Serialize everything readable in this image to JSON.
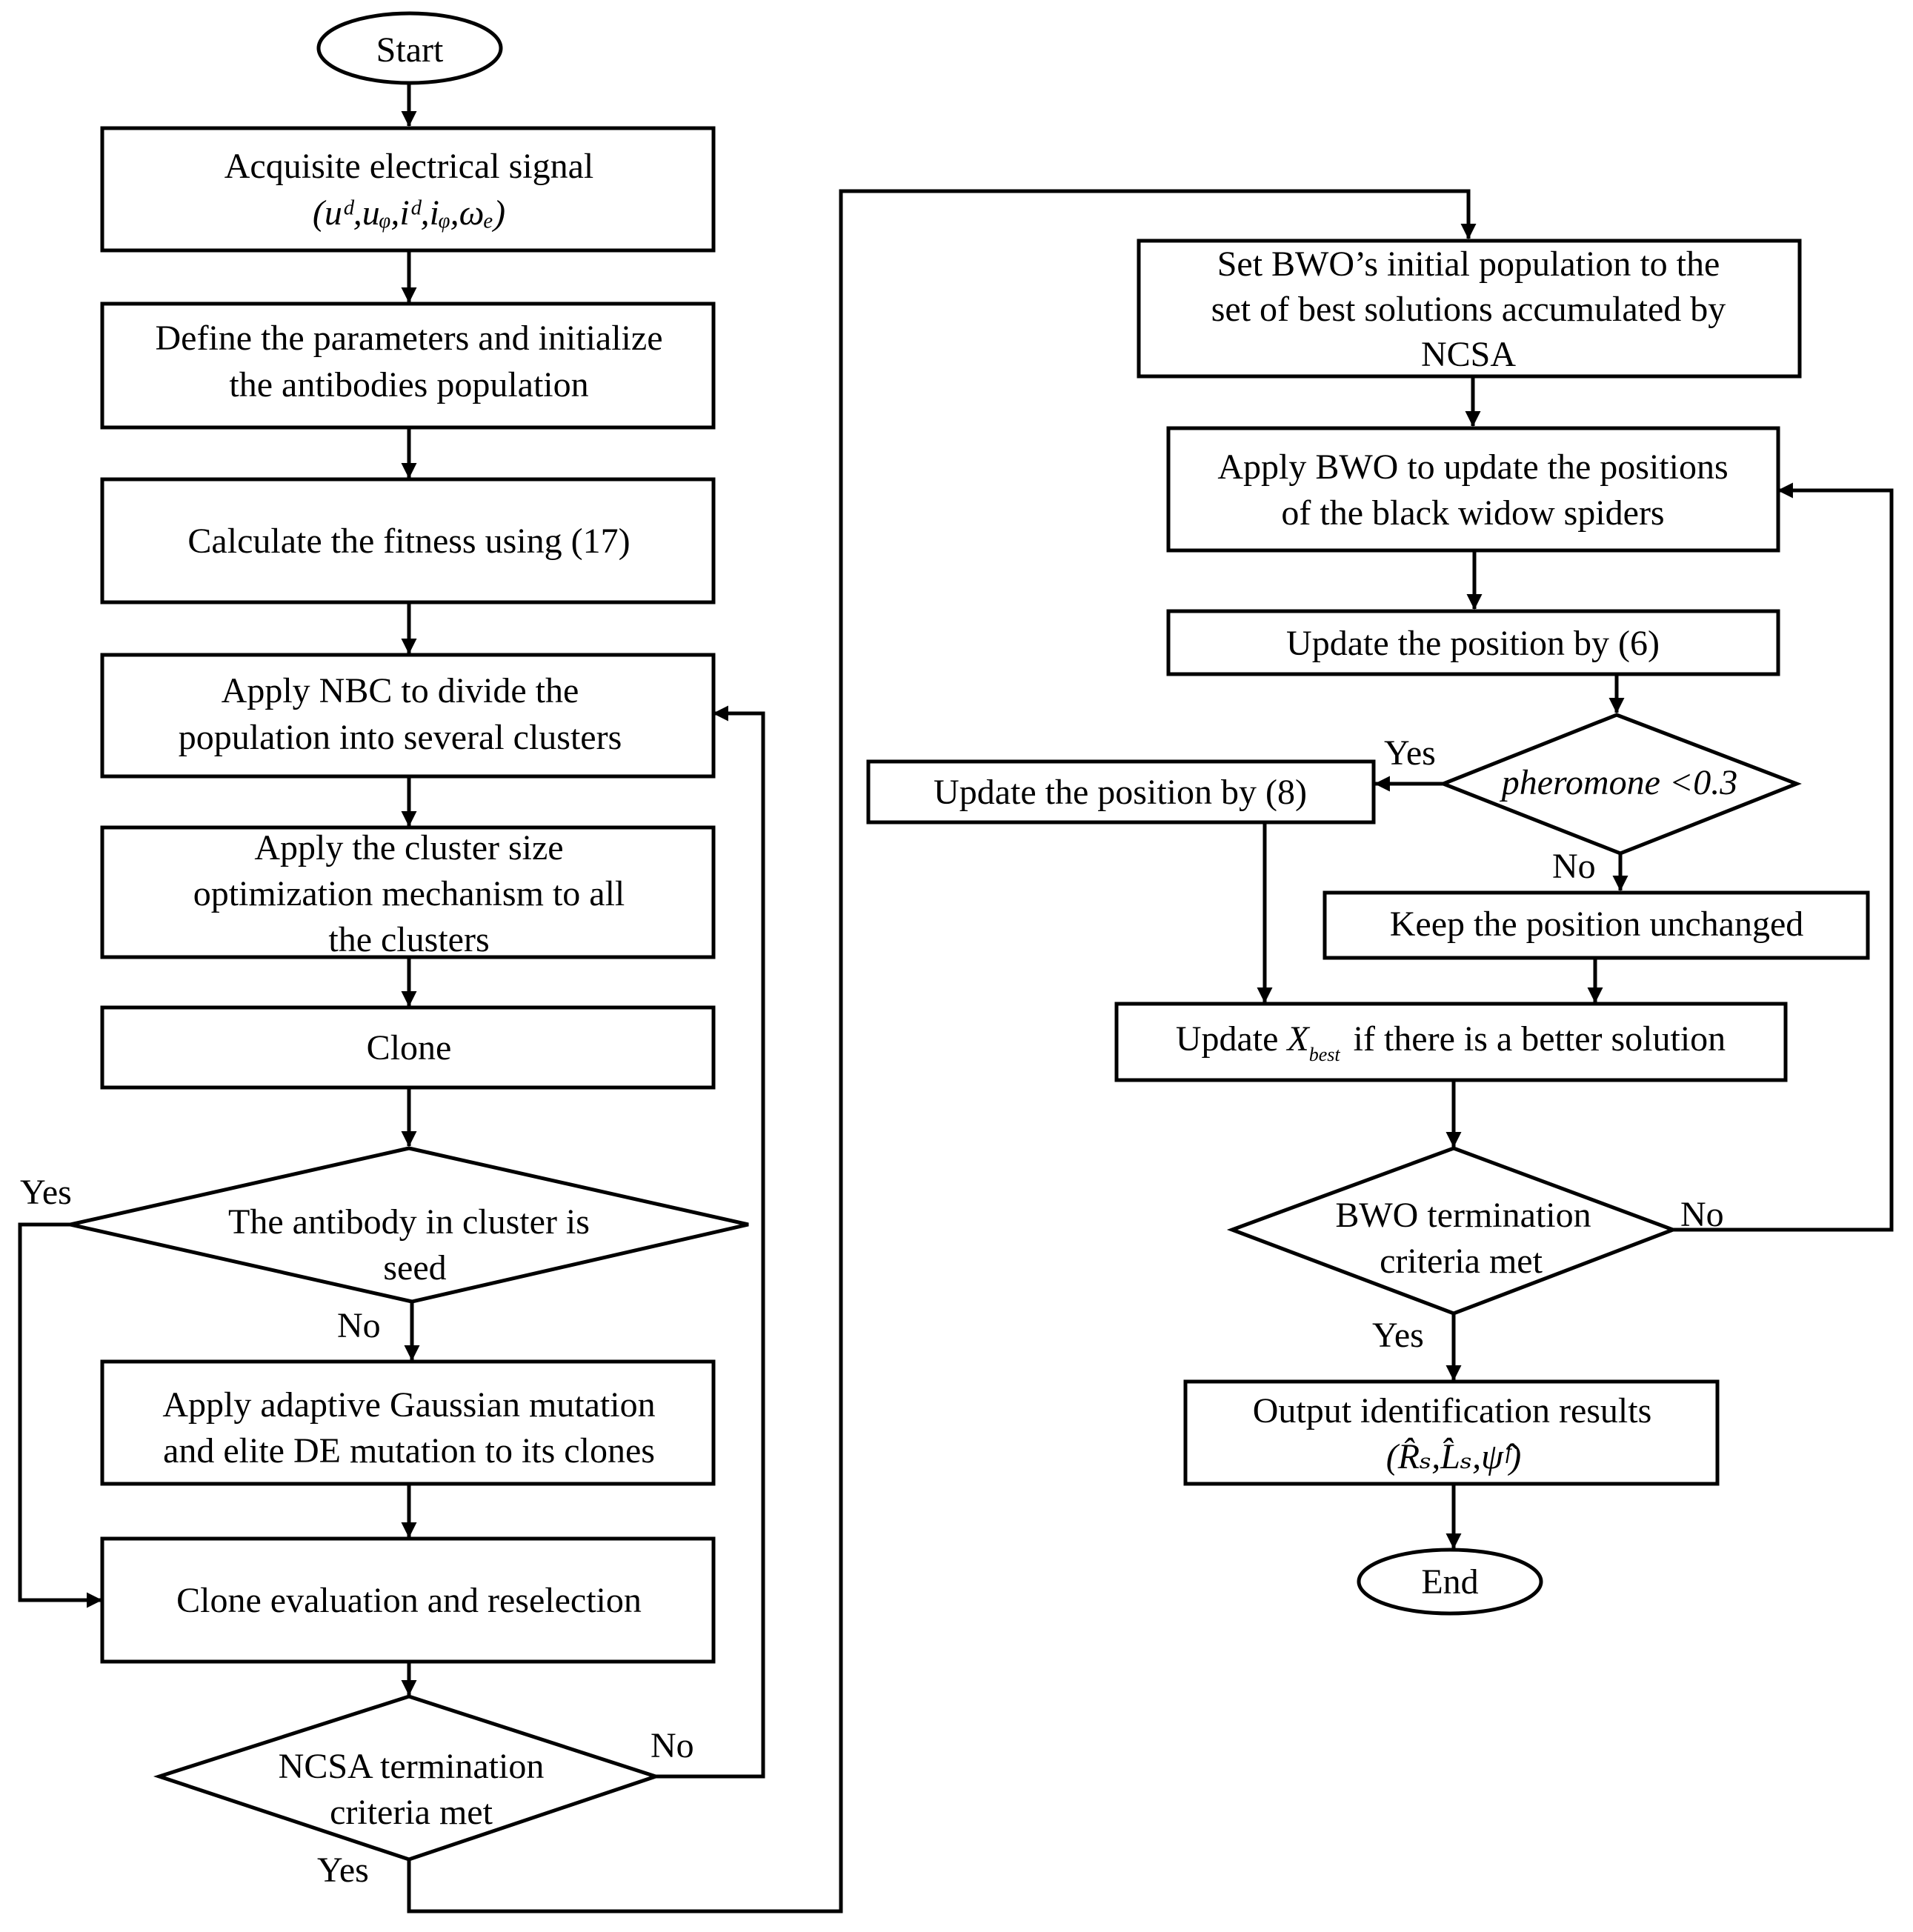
{
  "nodes": {
    "start": "Start",
    "acquire": [
      "Acquisite electrical signal",
      "(uᵈ,uᵩ,iᵈ,iᵩ,ωₑ)"
    ],
    "define": [
      "Define the parameters and initialize",
      "the antibodies population"
    ],
    "fitness": "Calculate the fitness using (17)",
    "nbc": [
      "Apply NBC to divide the",
      "population into several clusters"
    ],
    "cluster_opt": [
      "Apply the cluster size",
      "optimization mechanism to all",
      "the clusters"
    ],
    "clone": "Clone",
    "seed_decision": [
      "The antibody in cluster is",
      "seed"
    ],
    "mutation": [
      "Apply adaptive Gaussian mutation",
      "and elite DE mutation to its clones"
    ],
    "clone_eval": "Clone evaluation and reselection",
    "ncsa_decision": [
      "NCSA termination",
      "criteria met"
    ],
    "bwo_init": [
      "Set BWO’s initial population to the",
      "set of best solutions accumulated by",
      "NCSA"
    ],
    "bwo_apply": [
      "Apply BWO to update the positions",
      "of the black widow spiders"
    ],
    "update6": "Update the position by (6)",
    "pheromone_decision": "pheromone <0.3",
    "update8": "Update the position by (8)",
    "keep": "Keep the position unchanged",
    "update_best": {
      "prefix": "Update",
      "var": "X",
      "sub": "best",
      "suffix": "if there is a better solution"
    },
    "bwo_decision": [
      "BWO termination",
      "criteria met"
    ],
    "output": [
      "Output identification results",
      "(R̂ₛ,L̂ₛ,ψ̂ᶠ)"
    ],
    "end": "End"
  },
  "branch_labels": {
    "seed_yes": "Yes",
    "seed_no": "No",
    "ncsa_no": "No",
    "ncsa_yes": "Yes",
    "pher_yes": "Yes",
    "pher_no": "No",
    "bwo_no": "No",
    "bwo_yes": "Yes"
  }
}
